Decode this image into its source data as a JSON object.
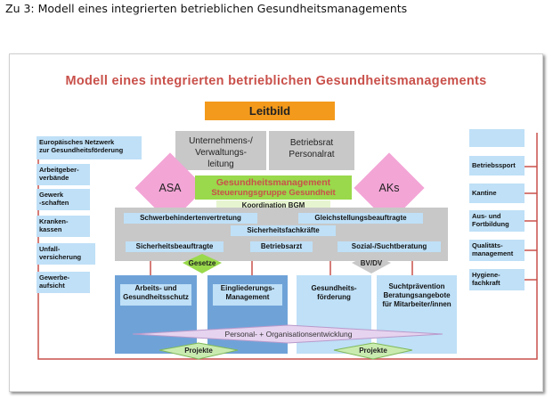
{
  "caption": "Zu 3: Modell eines integrierten betrieblichen Gesundheitsmanagements",
  "diagram": {
    "title": "Modell eines integrierten betrieblichen Gesundheitsmanagements",
    "leitbild": "Leitbild",
    "management": {
      "left": [
        "Unternehmens-/",
        "Verwaltungs-",
        "leitung"
      ],
      "right": [
        "Betriebsrat",
        "Personalrat"
      ]
    },
    "asa": "ASA",
    "aks": "AKs",
    "gm": {
      "line1": "Gesundheitsmanagement",
      "line2": "Steuerungsgruppe Gesundheit",
      "coordination": "Koordination BGM"
    },
    "roles": {
      "schwerbehindert": "Schwerbehindertenvertretung",
      "gleichstellung": "Gleichstellungsbeauftragte",
      "sifa": "Sicherheitsfachkräfte",
      "sicherheitsbeauftragte": "Sicherheitsbeauftragte",
      "betriebsarzt": "Betriebsarzt",
      "sozial": "Sozial-/Suchtberatung"
    },
    "gesetze": "Gesetze",
    "bvdv": "BV/DV",
    "left_items": [
      [
        "Europäisches Netzwerk",
        "zur Gesundheitsförderung"
      ],
      [
        "Arbeitgeber-",
        "verbände"
      ],
      [
        "Gewerk",
        "-schaften"
      ],
      [
        "Kranken-",
        "kassen"
      ],
      [
        "Unfall-",
        "versicherung"
      ],
      [
        "Gewerbe-",
        "aufsicht"
      ]
    ],
    "right_items": [
      [
        "Betriebssport"
      ],
      [
        "Kantine"
      ],
      [
        "Aus- und",
        "Fortbildung"
      ],
      [
        "Qualitäts-",
        "management"
      ],
      [
        "Hygiene-",
        "fachkraft"
      ]
    ],
    "columns": [
      [
        "Arbeits- und",
        "Gesundheitsschutz"
      ],
      [
        "Eingliederungs-",
        "Management"
      ],
      [
        "Gesundheits-",
        "förderung"
      ],
      [
        "Suchtprävention",
        "Beratungsangebote",
        "für Mitarbeiter/innen"
      ]
    ],
    "personal": "Personal- + Organisationsentwicklung",
    "projekte_left": "Projekte",
    "projekte_right": "Projekte",
    "colors": {
      "title": "#c9504a",
      "leitbild": "#f39a1c",
      "gray": "#c8c8c8",
      "lightblue": "#bfe0f7",
      "pink": "#f3a5d6",
      "green": "#99d94b",
      "line": "#c9504a"
    }
  }
}
